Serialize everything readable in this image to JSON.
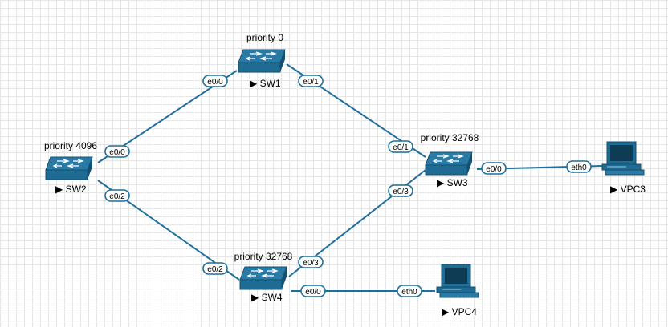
{
  "colors": {
    "link": "#1f6f9c",
    "device": "#1e6b93",
    "device_dark": "#14506f",
    "port_border": "#1f6f9c"
  },
  "nodes": {
    "sw1": {
      "name": "SW1",
      "priority": "priority 0",
      "icon": "switch-icon"
    },
    "sw2": {
      "name": "SW2",
      "priority": "priority 4096",
      "icon": "switch-icon"
    },
    "sw3": {
      "name": "SW3",
      "priority": "priority 32768",
      "icon": "switch-icon"
    },
    "sw4": {
      "name": "SW4",
      "priority": "priority 32768",
      "icon": "switch-icon"
    },
    "vpc3": {
      "name": "VPC3",
      "icon": "pc-icon"
    },
    "vpc4": {
      "name": "VPC4",
      "icon": "pc-icon"
    }
  },
  "ports": {
    "sw1_e0_0": "e0/0",
    "sw1_e0_1": "e0/1",
    "sw2_e0_0": "e0/0",
    "sw2_e0_2": "e0/2",
    "sw3_e0_1": "e0/1",
    "sw3_e0_3": "e0/3",
    "sw3_e0_0": "e0/0",
    "sw4_e0_2": "e0/2",
    "sw4_e0_3": "e0/3",
    "sw4_e0_0": "e0/0",
    "vpc3_eth0": "eth0",
    "vpc4_eth0": "eth0"
  },
  "run_marker": "▶"
}
